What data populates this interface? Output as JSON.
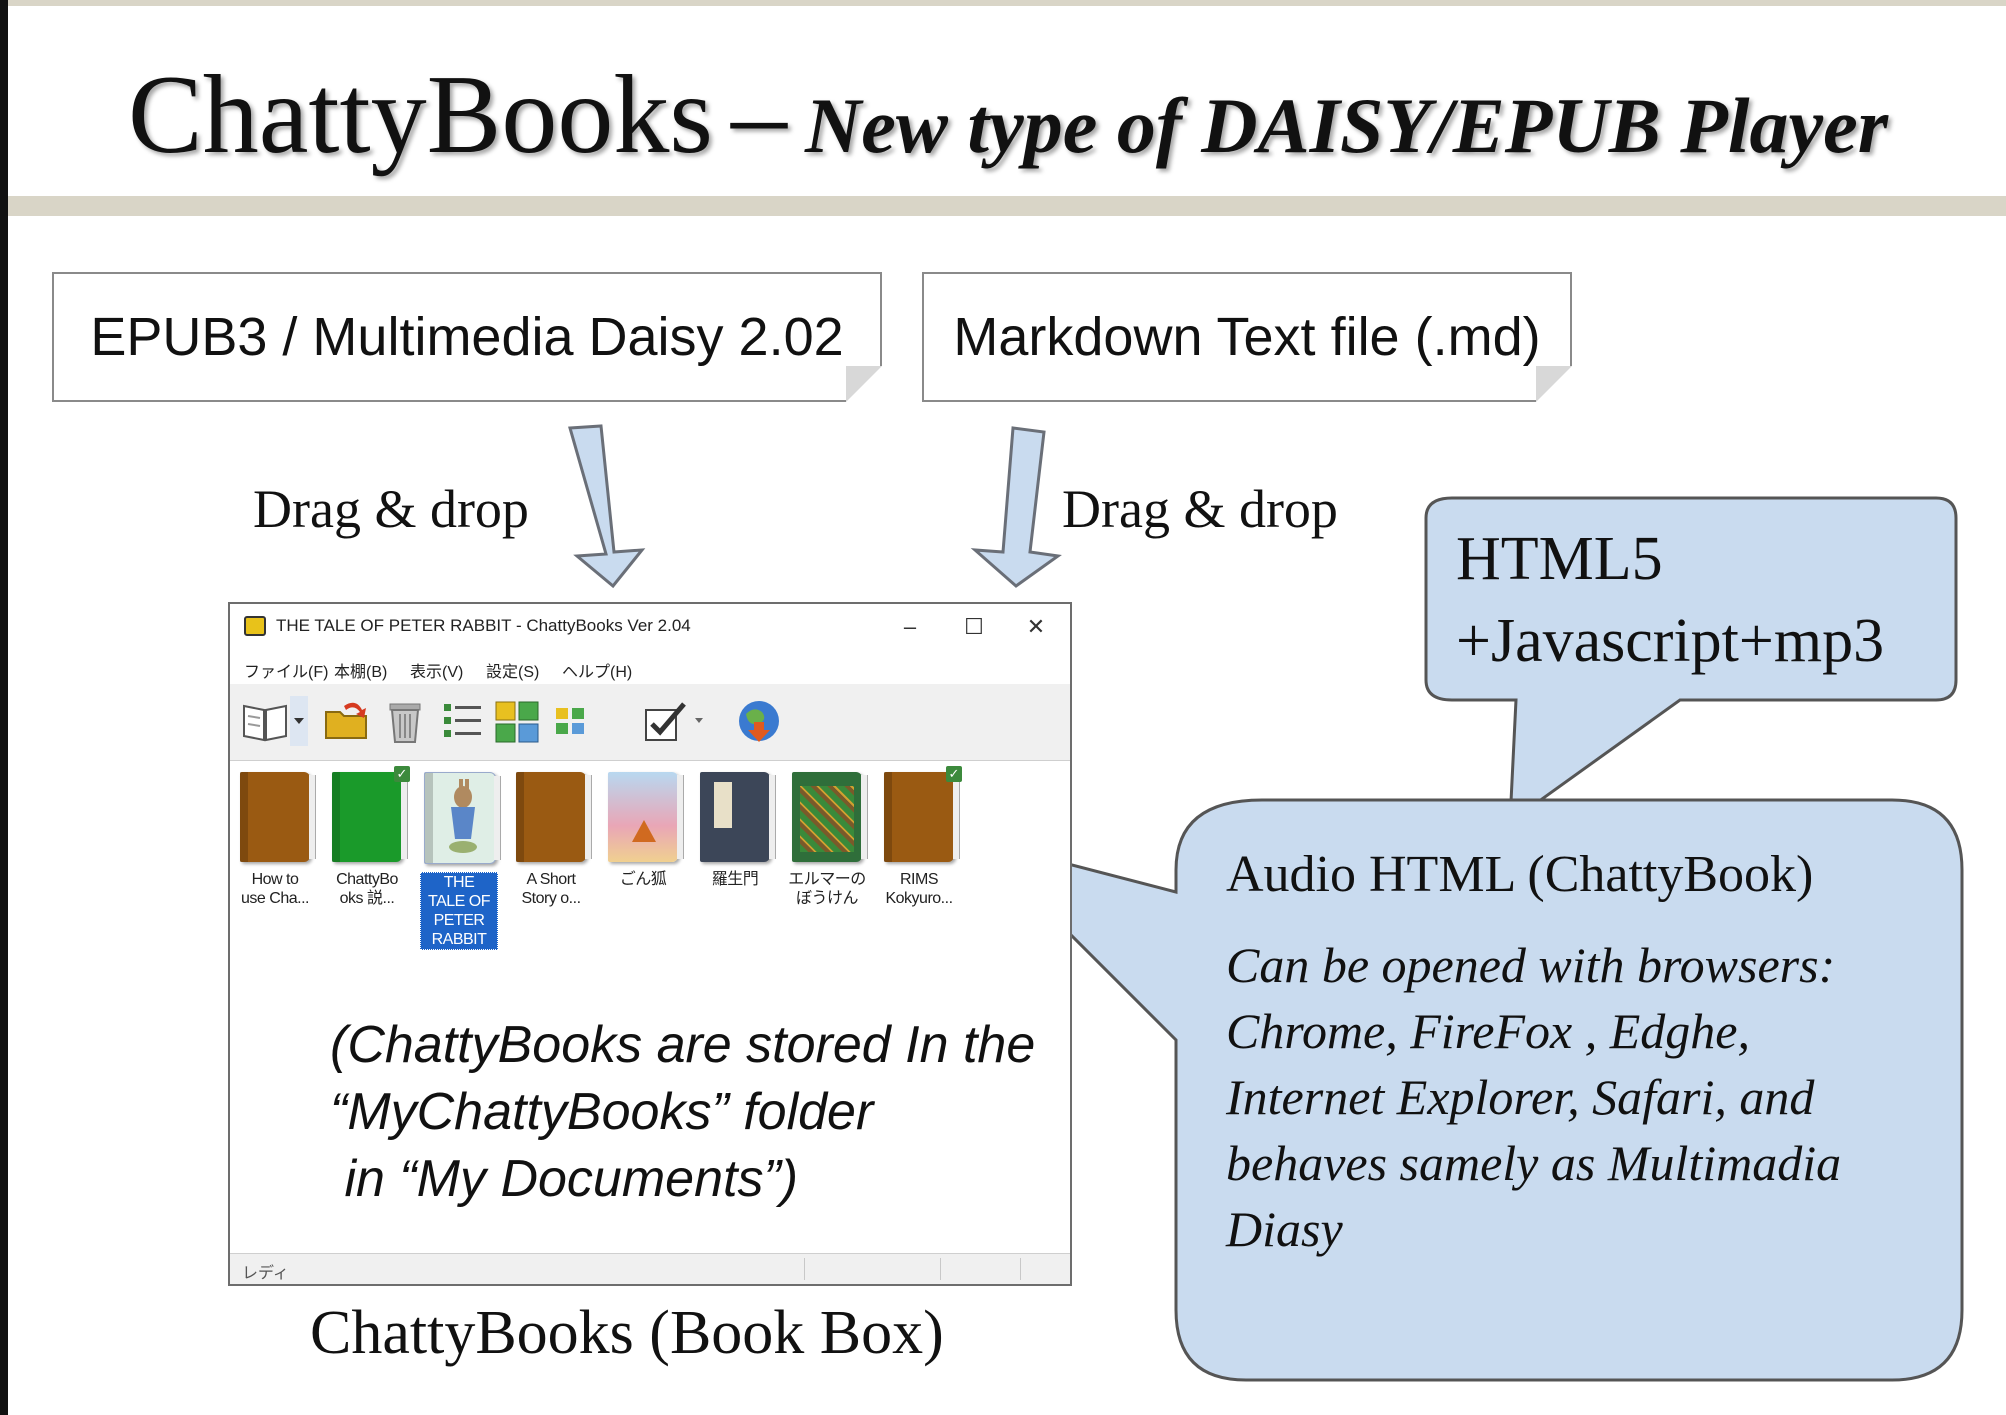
{
  "slide": {
    "title_main": "ChattyBooks",
    "title_dash": "–",
    "title_sub": "New type of DAISY/EPUB Player"
  },
  "inputs": {
    "epub_box": "EPUB3 / Multimedia Daisy 2.02",
    "markdown_box": "Markdown Text file (.md)"
  },
  "drag_left": "Drag & drop",
  "drag_right": "Drag & drop",
  "app": {
    "title": "THE TALE OF PETER RABBIT - ChattyBooks Ver 2.04",
    "controls": {
      "minimize": "–",
      "maximize": "☐",
      "close": "✕"
    },
    "menu": [
      "ファイル(F)",
      "本棚(B)",
      "表示(V)",
      "設定(S)",
      "ヘルプ(H)"
    ],
    "toolbar_icons": [
      "open-book-icon",
      "dropdown-arrow-icon",
      "open-folder-icon",
      "trash-icon",
      "list-view-icon",
      "large-icons-view-icon",
      "small-icons-view-icon",
      "edit-check-icon",
      "globe-download-icon"
    ],
    "books": [
      {
        "line1": "How to",
        "line2": "use Cha...",
        "color": "#9a5a12",
        "checked": false
      },
      {
        "line1": "ChattyBo",
        "line2": "oks 説...",
        "color": "#1a9a2a",
        "checked": true
      },
      {
        "line1": "THE",
        "line2": "TALE OF",
        "line3": "PETER",
        "line4": "RABBIT",
        "color": "#dfeee6",
        "checked": false,
        "selected": true
      },
      {
        "line1": "A Short",
        "line2": "Story o...",
        "color": "#9a5a12",
        "checked": false
      },
      {
        "line1": "ごん狐",
        "line2": "",
        "color": "#e9a6b6",
        "checked": false
      },
      {
        "line1": "羅生門",
        "line2": "",
        "color": "#3c4658",
        "checked": false
      },
      {
        "line1": "エルマーの",
        "line2": "ぼうけん",
        "color": "#2f6e3a",
        "checked": false
      },
      {
        "line1": "RIMS",
        "line2": "Kokyuro...",
        "color": "#9a5a12",
        "checked": true
      }
    ],
    "store_note": {
      "line1": "(ChattyBooks are stored In the",
      "line2": "“MyChattyBooks” folder",
      "line3": " in “My Documents”)"
    },
    "status": "レディ"
  },
  "book_box_caption": "ChattyBooks (Book Box)",
  "bubble_small": {
    "line1": "HTML5",
    "line2": "+Javascript+mp3"
  },
  "bubble_large": {
    "heading": "Audio HTML (ChattyBook)",
    "lines": [
      "Can be opened with browsers:",
      "Chrome, FireFox , Edghe,",
      "Internet Explorer, Safari, and",
      "behaves samely as Multimadia",
      "Diasy"
    ]
  },
  "colors": {
    "bubble_fill": "#c9dbef",
    "bubble_stroke": "#555555",
    "arrow_fill": "#c9dbef",
    "arrow_stroke": "#6a6f78",
    "header_bar": "#d9d5c7",
    "selection": "#1e64c8"
  }
}
